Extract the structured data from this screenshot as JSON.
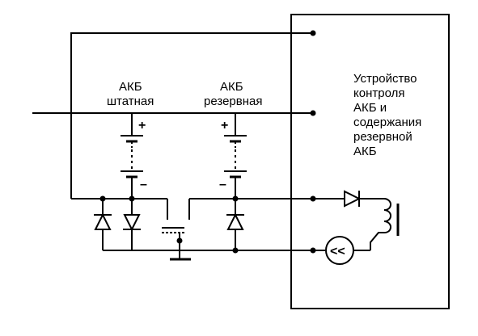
{
  "labels": {
    "battery_main_line1": "АКБ",
    "battery_main_line2": "штатная",
    "battery_backup_line1": "АКБ",
    "battery_backup_line2": "резервная",
    "device_lines": [
      "Устройство",
      "контроля",
      "АКБ и",
      "содержания",
      "резервной",
      "АКБ"
    ],
    "plus_main": "+",
    "minus_main": "–",
    "plus_backup": "+",
    "minus_backup": "–",
    "indicator_symbol": "<<"
  },
  "colors": {
    "stroke": "#000000",
    "background": "#ffffff"
  },
  "icons": {
    "battery": "battery-symbol",
    "diode": "diode-symbol",
    "relay_contact": "relay-contact-symbol",
    "relay_coil": "relay-coil-symbol",
    "indicator": "indicator-lamp-symbol",
    "ground": "ground-symbol"
  }
}
